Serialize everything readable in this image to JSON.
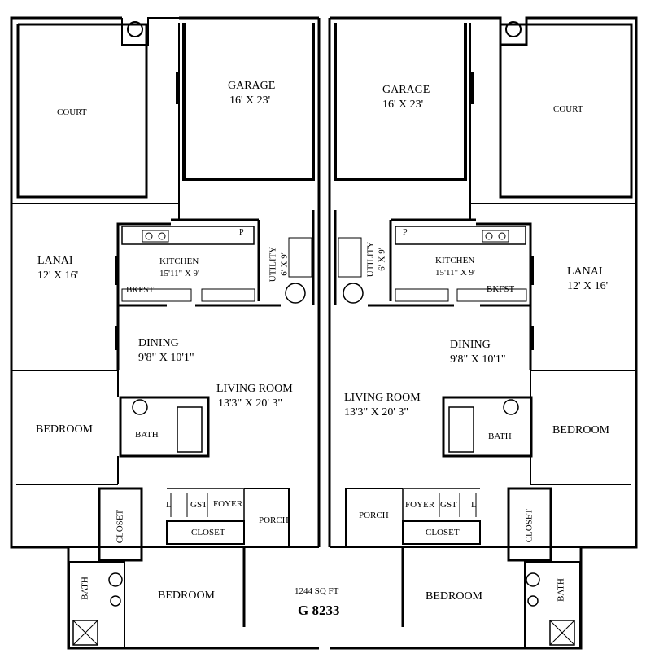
{
  "left": {
    "court": "COURT",
    "garage": {
      "name": "GARAGE",
      "dims": "16' X 23'"
    },
    "lanai": {
      "name": "LANAI",
      "dims": "12' X 16'"
    },
    "kitchen": {
      "name": "KITCHEN",
      "dims": "15'11\" X 9'"
    },
    "pantry": "P",
    "utility": {
      "name": "UTILITY",
      "dims": "6' X 9'"
    },
    "bkfst": "BKFST",
    "dining": {
      "name": "DINING",
      "dims": "9'8\" X 10'1\""
    },
    "living": {
      "name": "LIVING ROOM",
      "dims": "13'3\" X 20' 3\""
    },
    "bath": "BATH",
    "bedroom_main": "BEDROOM",
    "closet_vert": "CLOSET",
    "linen": "L",
    "gst": "GST",
    "foyer": "FOYER",
    "closet_horiz": "CLOSET",
    "porch": "PORCH",
    "bath2": "BATH",
    "bedroom_lower": "BEDROOM"
  },
  "right": {
    "court": "COURT",
    "garage": {
      "name": "GARAGE",
      "dims": "16' X 23'"
    },
    "lanai": {
      "name": "LANAI",
      "dims": "12' X 16'"
    },
    "kitchen": {
      "name": "KITCHEN",
      "dims": "15'11\" X 9'"
    },
    "pantry": "P",
    "utility": {
      "name": "UTILITY",
      "dims": "6' X 9'"
    },
    "bkfst": "BKFST",
    "dining": {
      "name": "DINING",
      "dims": "9'8\" X 10'1\""
    },
    "living": {
      "name": "LIVING ROOM",
      "dims": "13'3\" X 20' 3\""
    },
    "bath": "BATH",
    "bedroom_main": "BEDROOM",
    "closet_vert": "CLOSET",
    "linen": "L",
    "gst": "GST",
    "foyer": "FOYER",
    "closet_horiz": "CLOSET",
    "porch": "PORCH",
    "bath2": "BATH",
    "bedroom_lower": "BEDROOM"
  },
  "footer": {
    "area": "1244 SQ FT",
    "plan_id": "G 8233"
  }
}
